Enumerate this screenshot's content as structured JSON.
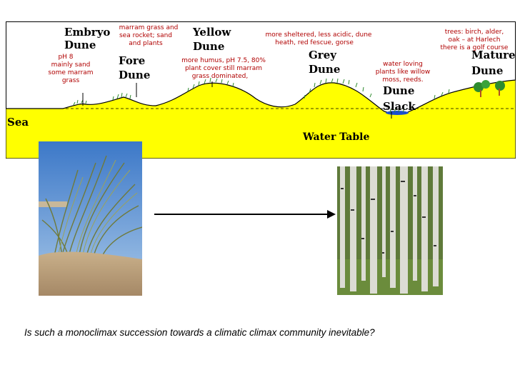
{
  "diagram": {
    "sea_label": "Sea",
    "water_table_label": "Water Table",
    "stages": [
      {
        "name_line1": "Embryo",
        "name_line2": "Dune"
      },
      {
        "name_line1": "Fore",
        "name_line2": "Dune"
      },
      {
        "name_line1": "Yellow",
        "name_line2": "Dune"
      },
      {
        "name_line1": "Grey",
        "name_line2": "Dune"
      },
      {
        "name_line1": "Dune",
        "name_line2": "Slack"
      },
      {
        "name_line1": "Mature",
        "name_line2": "Dune"
      }
    ],
    "notes": {
      "embryo": [
        "pH 8",
        "mainly sand",
        "some marram",
        "grass"
      ],
      "fore": [
        "marram grass and",
        "sea rocket; sand",
        "and plants"
      ],
      "yellow": [
        "more humus, pH 7.5, 80%",
        "plant cover still marram",
        "grass dominated,"
      ],
      "grey": [
        "more sheltered, less acidic, dune",
        "heath, red fescue, gorse"
      ],
      "slack": [
        "water loving",
        "plants like willow",
        "moss, reeds."
      ],
      "mature": [
        "trees: birch, alder,",
        "oak – at Harlech",
        "there is a golf course"
      ]
    },
    "colors": {
      "sand": "#ffff00",
      "sea": "#1a4fd0",
      "ink": "#000000",
      "note": "#b00000",
      "vegetation": "#2e8b2e"
    }
  },
  "photos": {
    "left_icon": "marram-grass-dune-photo",
    "right_icon": "birch-forest-photo"
  },
  "caption": {
    "question": "Is such a monoclimax succession towards a climatic climax community inevitable?"
  }
}
